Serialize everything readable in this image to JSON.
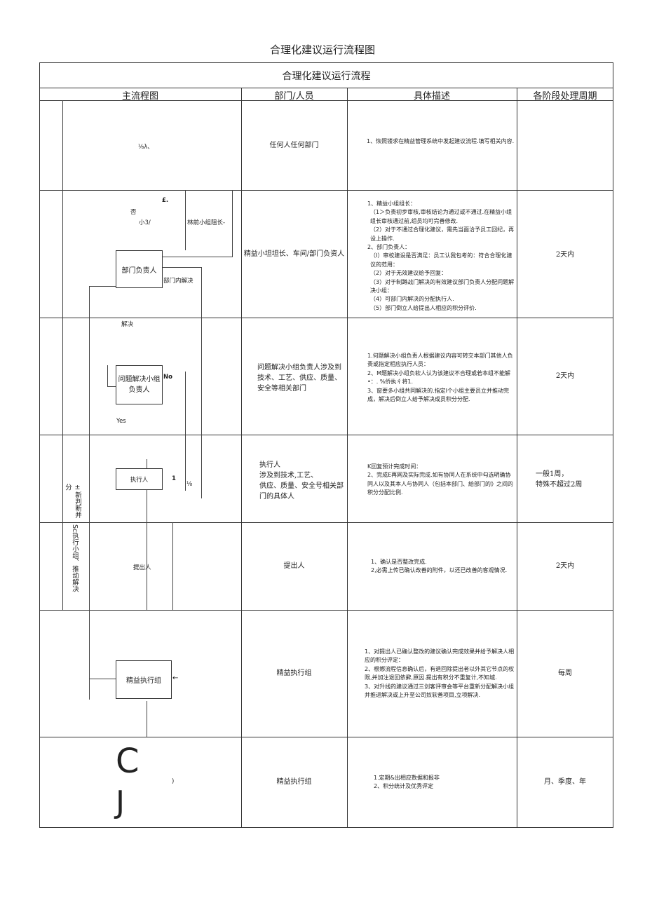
{
  "doc_title": "合理化建议运行流程图",
  "table_title": "合理化建议运行流程",
  "headers": [
    "主流程图",
    "部门/人员",
    "具体描述",
    "各阶段处理周期"
  ],
  "rows": [
    {
      "dept": "任何人任何部门",
      "desc": [
        "1、恢照镂求在精益管理系统中发起建议流程.填写相关内容."
      ],
      "period": ""
    },
    {
      "dept": "精益小坦坦长、车间/部门负资人",
      "desc": [
        "1、精益小组组长：",
        "（1＞负责初步审核,审核结论为通过或不通过.在精益小组组长审核通过前,组员均可完善修改.",
        "（2）对于不通过合理化建议，需先当面洽予员工回纪，再设上操作.",
        "2、部门负责人：",
        "（I）审校建设是否满足：员工认我包考的：符合合理化建议的范用：",
        "（2）对于无效建议给予回复：",
        "（3）对于制蹲战门解决的有效建议部门负责人分配问题解决小组：",
        "（4）可部门内解决的分配执行人.",
        "（5）部门倒立人给提出人相应的积分评价."
      ],
      "period": "2天内"
    },
    {
      "dept": "问题解决小组负责人涉及到技术、工艺、供应、质量、安全等相关部门",
      "desc": [
        "1.何题解决小组负责人根据建议内容可转交本部门其他人负责或指定相应执行人员：",
        "2、M题解决小组负软人认为该建议不合理或若本组不能解•：.                %侨执彳将1.",
        "3、窗要多小组共同解决的.指定I个小组主要员立并推动完成，解决后倒立人给予解决成员积分分配."
      ],
      "period": "2天内"
    },
    {
      "dept": [
        "执行人",
        "涉及到技术,工艺、",
        "供应、质量、安全号相关部",
        "门的具体人"
      ],
      "desc": [
        "K回复预计完成时间：",
        "2、完成E再网及实际完成.如有协同人在系统中勾选明确协同人以及其本人与协同人（包括本部门、給部门的》之间的积分分配比例."
      ],
      "period": [
        "一般1周，",
        "特殊不超过2周"
      ]
    },
    {
      "dept": "提出人",
      "desc": [
        "1、确认是否整改完成.",
        "2,必需上传已确认改善的附件，以还已改善的客观情况."
      ],
      "period": "2天内"
    },
    {
      "dept": "精益执行组",
      "desc": [
        "1、对提出人已确认整改的建议确认完成效果并给予解决人相应的积分评定：",
        "2、根鄕流程信息确认后，有退回除提出者以外其它节点的权限,并加注退回依擗,原因.提出有积分不重复计,不知城.",
        "3、对升线的建议通过三剑客评审会等平台重新分配解决小组并推进解决或上升至公司奴软善项目,立项解决."
      ],
      "period": "每周"
    },
    {
      "dept": "精益执行组",
      "desc": [
        "1.定期&出相应数据和报非",
        "2、积分统计及优秀评定"
      ],
      "period": "月、季度、年"
    }
  ],
  "flow": {
    "r1_label": "⅛λ、",
    "r2_pound": "£.",
    "r2_no": "否",
    "r2_small": "小3/",
    "r2_leader": "林前小组阻长-",
    "r2_dept_box": "部门负责人",
    "r2_internal": "部门内解决",
    "r3_resolve": "解决",
    "r3_box": "问题解决小组负责人",
    "r3_no": "No",
    "r3_yes": "Yes",
    "r4_box": "执行人",
    "r4_one": "1",
    "r4_pct": "⅛",
    "left_vert_a": "±新判断并分",
    "left_vert_b": "Sc执行小组、推动解决",
    "r5_box": "提出人",
    "r6_box": "精益执行组",
    "r6_arrow": "←",
    "r7_c": "C",
    "r7_j": "J",
    "r7_paren": ")"
  }
}
